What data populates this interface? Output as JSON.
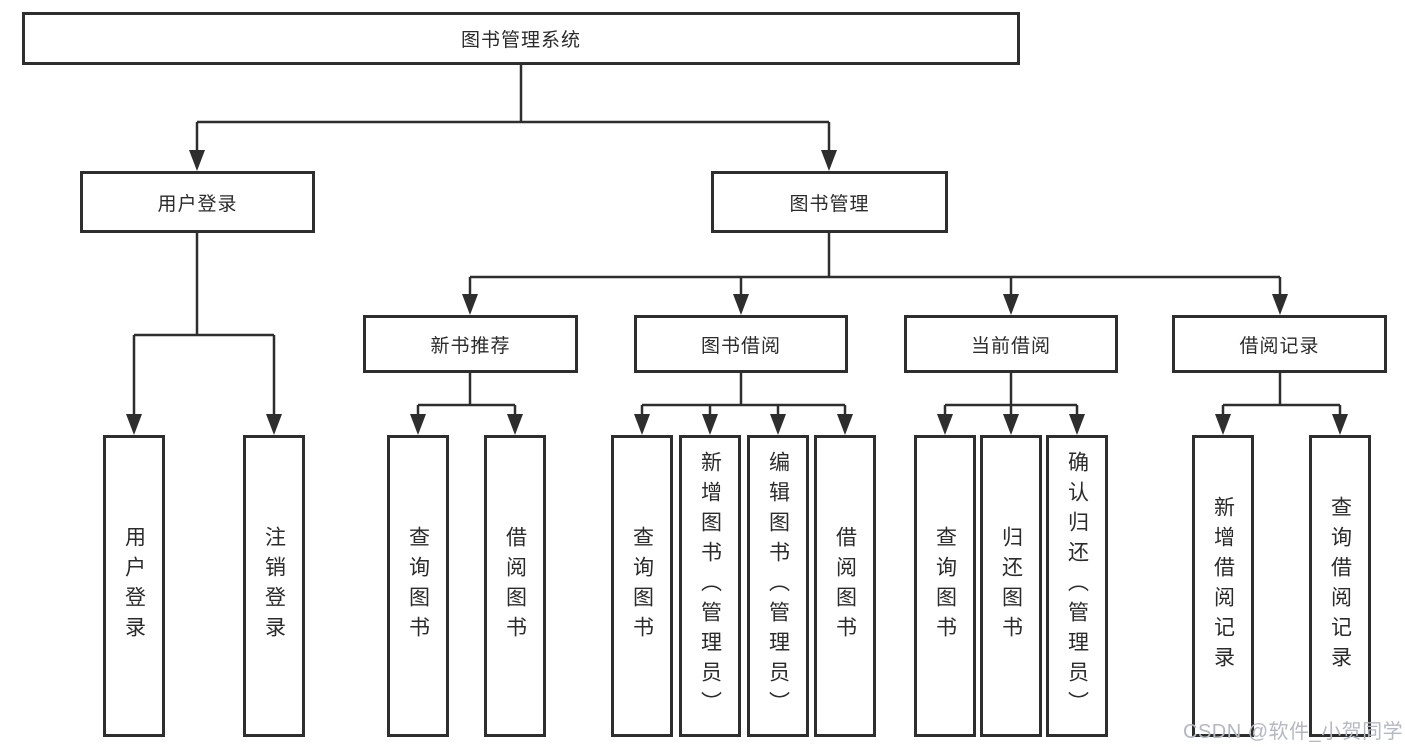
{
  "boxes": {
    "root": "图书管理系统",
    "l2_user": "用户登录",
    "l2_book": "图书管理",
    "l3_new": "新书推荐",
    "l3_borrow": "图书借阅",
    "l3_current": "当前借阅",
    "l3_record": "借阅记录",
    "leaf_user_login": "用户登录",
    "leaf_logout": "注销登录",
    "leaf_new_query": "查询图书",
    "leaf_new_borrow": "借阅图书",
    "leaf_borrow_query": "查询图书",
    "leaf_borrow_add": "新增图书（管理员）",
    "leaf_borrow_edit": "编辑图书（管理员）",
    "leaf_borrow_borrow": "借阅图书",
    "leaf_current_query": "查询图书",
    "leaf_current_return": "归还图书",
    "leaf_current_confirm": "确认归还（管理员）",
    "leaf_record_add": "新增借阅记录",
    "leaf_record_query": "查询借阅记录"
  },
  "watermark": "CSDN @软件_小贺同学",
  "colors": {
    "line": "#2e2e2e",
    "text": "#2b2b2b",
    "watermark": "#b5b8c2",
    "background": "#ffffff"
  }
}
